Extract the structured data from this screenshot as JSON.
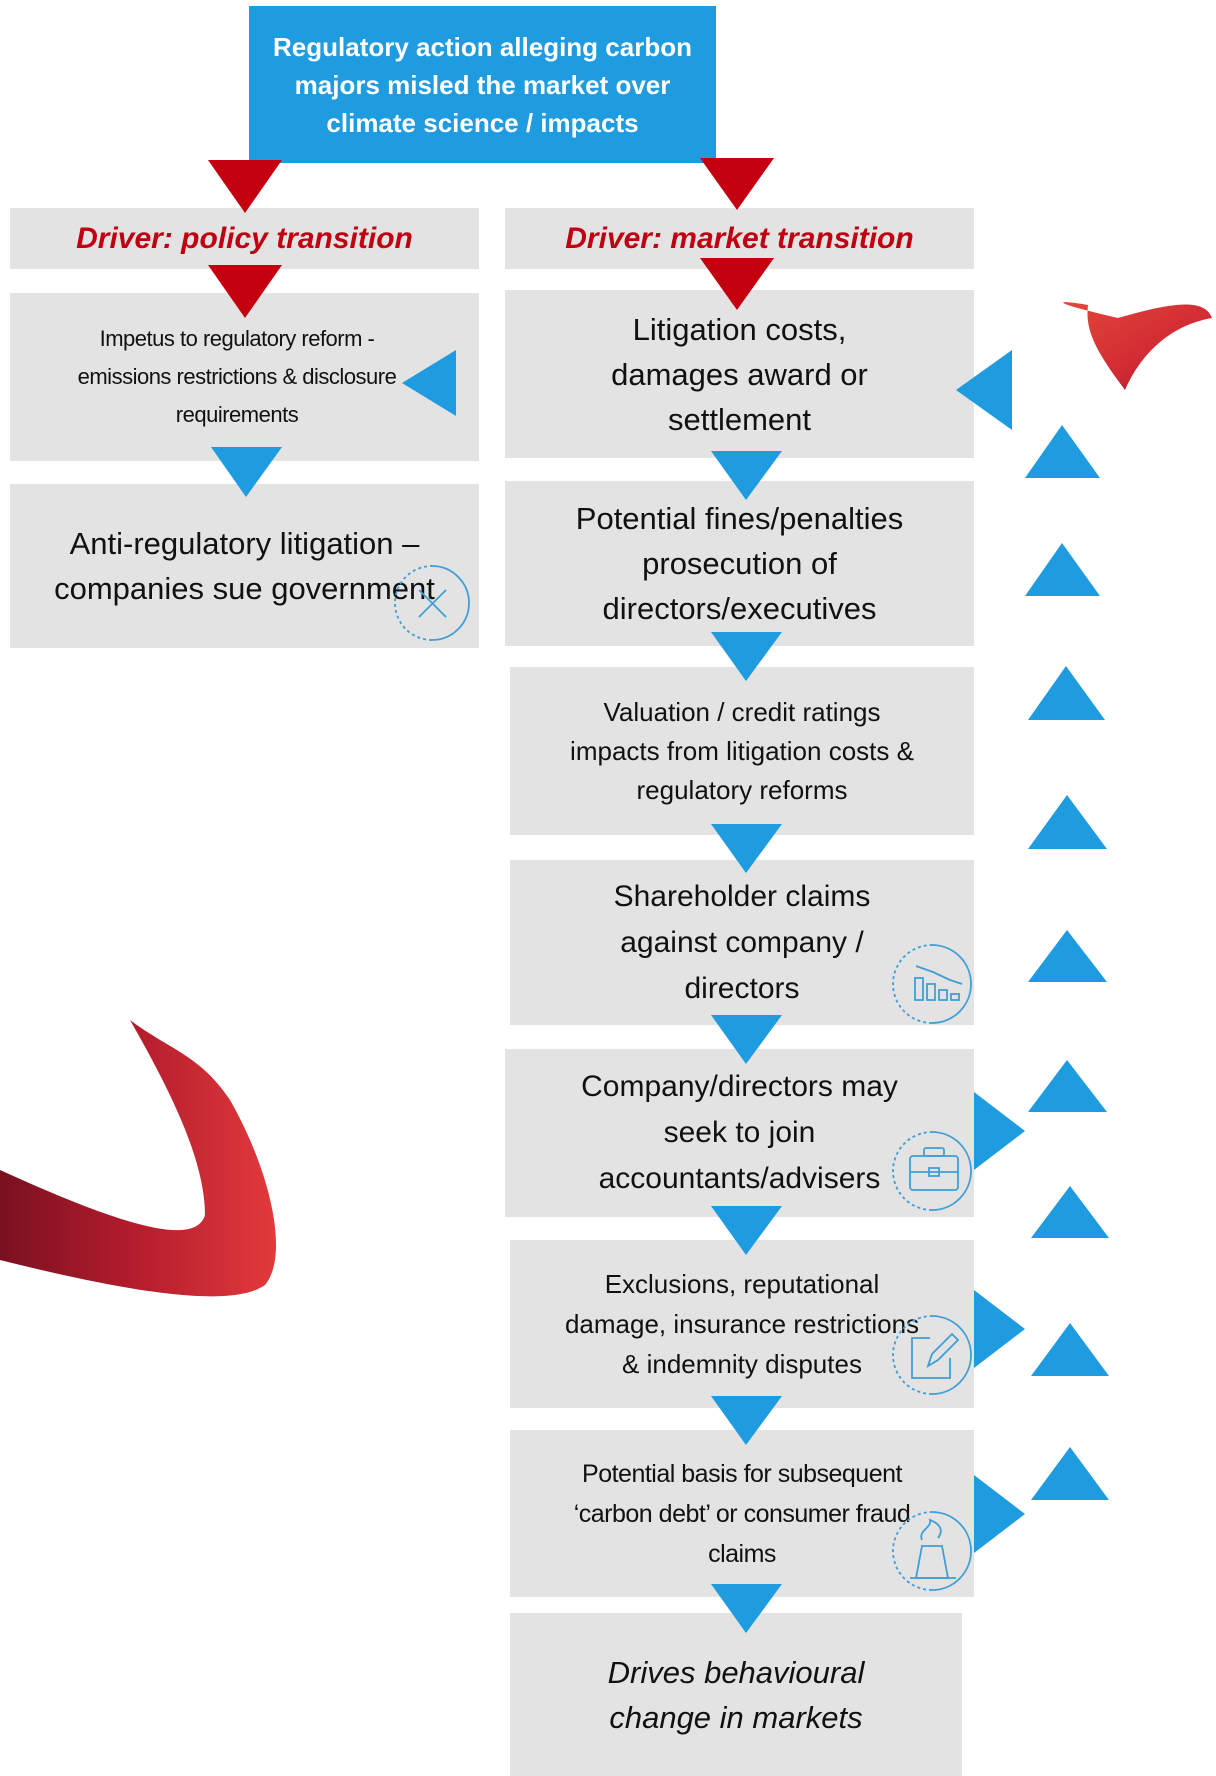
{
  "colors": {
    "box_fill": "#e3e3e3",
    "top_fill": "#1f9be0",
    "driver_text": "#c00010",
    "arrow_blue": "#1f9be0",
    "arrow_red": "#c40010",
    "icon_stroke": "#3f9fd6"
  },
  "top": {
    "text": "Regulatory action alleging carbon majors misled the market over climate science / impacts"
  },
  "drivers": {
    "policy": "Driver: policy transition",
    "market": "Driver: market transition"
  },
  "left": [
    {
      "text": "Impetus to regulatory reform - emissions restrictions & disclosure requirements"
    },
    {
      "text": "Anti-regulatory litigation – companies sue government",
      "icon": "close-circle-icon"
    }
  ],
  "right": [
    {
      "text": "Litigation costs, damages award or settlement"
    },
    {
      "text": "Potential fines/penalties prosecution of directors/executives"
    },
    {
      "text": "Valuation / credit ratings impacts from litigation costs & regulatory reforms"
    },
    {
      "text": "Shareholder claims against company / directors",
      "icon": "declining-chart-icon"
    },
    {
      "text": "Company/directors may seek to join accountants/advisers",
      "icon": "briefcase-icon"
    },
    {
      "text": "Exclusions, reputational damage, insurance restrictions & indemnity disputes",
      "icon": "edit-icon"
    },
    {
      "text": "Potential basis for subsequent ‘carbon debt’ or consumer fraud claims",
      "icon": "factory-icon"
    },
    {
      "text": "Drives behavioural change in markets"
    }
  ],
  "decorations": [
    "boomerang-icon",
    "boomerang-icon"
  ]
}
